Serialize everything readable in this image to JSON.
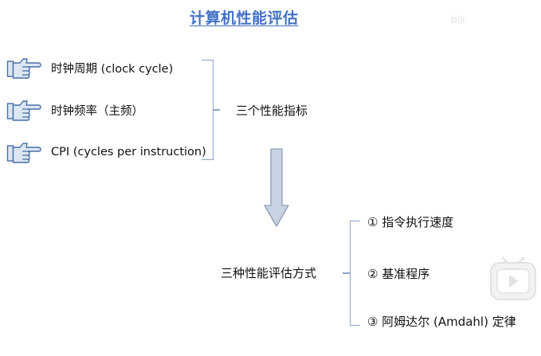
{
  "title": "计算机性能评估",
  "watermark": "bili",
  "metrics": [
    {
      "label": "时钟周期 (clock cycle)",
      "icon": "pointing-hand-icon"
    },
    {
      "label": "时钟频率（主频）",
      "icon": "pointing-hand-icon"
    },
    {
      "label": "CPI (cycles per instruction)",
      "icon": "pointing-hand-icon"
    }
  ],
  "group_label": "三个性能指标",
  "methods_label": "三种性能评估方式",
  "methods": [
    "① 指令执行速度",
    "② 基准程序",
    "③ 阿姆达尔 (Amdahl) 定律"
  ],
  "colors": {
    "title": "#4472c4",
    "hand_fill": "#dce6f2",
    "hand_stroke": "#4a6fa5",
    "arrow_fill": "#c9d3e3",
    "arrow_stroke": "#8e9cb5",
    "bracket": "#8ea3c8"
  }
}
